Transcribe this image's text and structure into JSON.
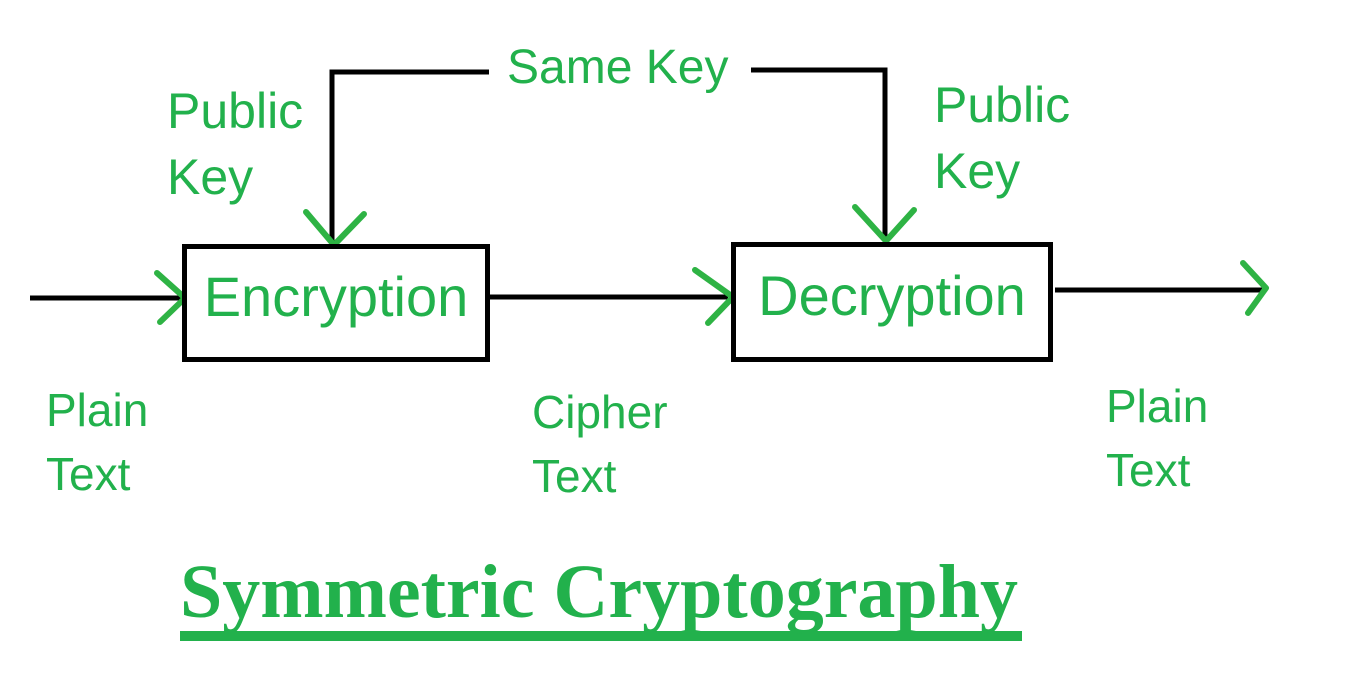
{
  "diagram": {
    "title": "Symmetric Cryptography",
    "nodes": {
      "encryption_label": "Encryption",
      "decryption_label": "Decryption"
    },
    "labels": {
      "same_key": "Same Key",
      "public_key_left": "Public\nKey",
      "public_key_right": "Public\nKey",
      "plain_text_left": "Plain\nText",
      "cipher_text": "Cipher\nText",
      "plain_text_right": "Plain\nText"
    },
    "colors": {
      "text_green": "#22b14c",
      "arrow_green": "#2eb344",
      "line_black": "#000000",
      "background": "#ffffff",
      "box_border": "#000000"
    }
  }
}
